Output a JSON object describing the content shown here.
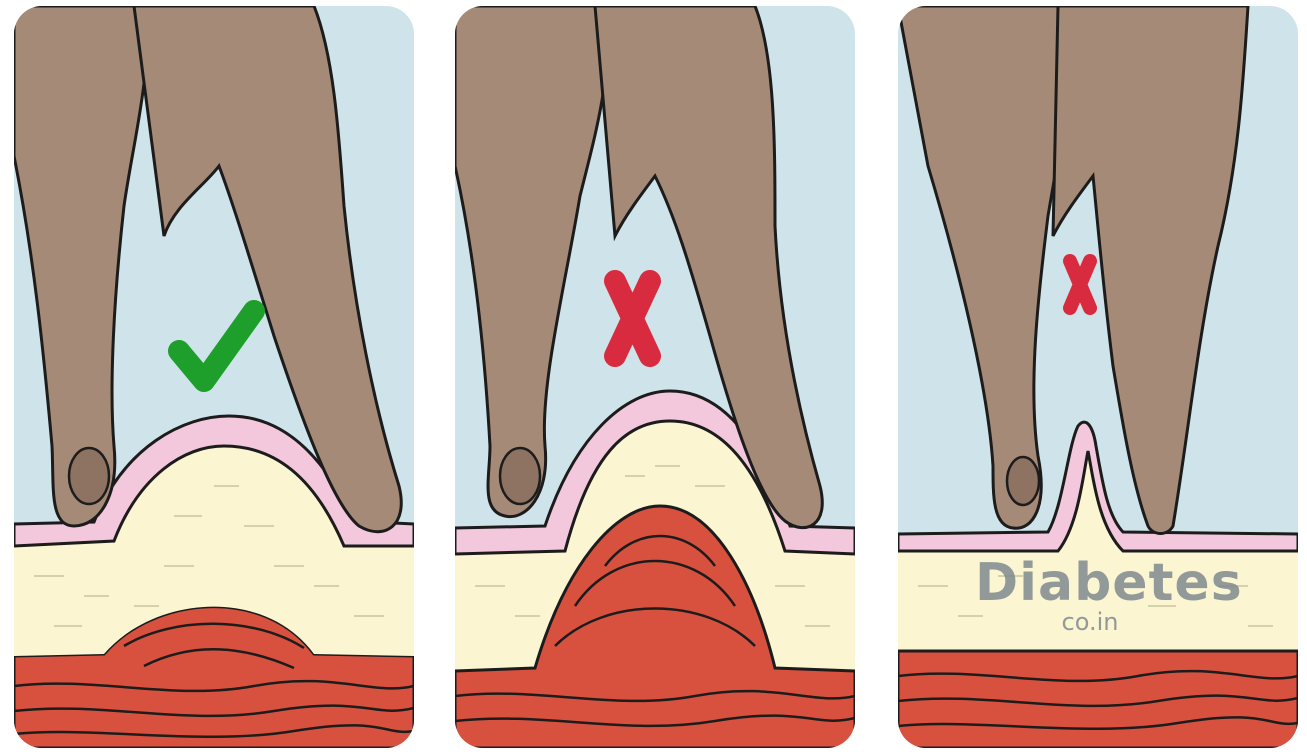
{
  "panels": [
    {
      "id": "correct-pinch",
      "verdict": "correct",
      "mark": "check-icon",
      "mark_color": "#1e9e2a"
    },
    {
      "id": "too-deep-pinch",
      "verdict": "incorrect",
      "mark": "cross-icon",
      "mark_color": "#d92b3f"
    },
    {
      "id": "too-shallow-pinch",
      "verdict": "incorrect",
      "mark": "cross-icon",
      "mark_color": "#d92b3f"
    }
  ],
  "colors": {
    "background": "#cfe4ea",
    "skin_hand": "#a68a78",
    "skin_layer": "#f4c8dc",
    "fat_layer": "#fbf5d2",
    "muscle_layer": "#d8513f",
    "outline": "#1c1c1c"
  },
  "watermark": {
    "line1": "Diabetes",
    "line2": "co.in"
  }
}
